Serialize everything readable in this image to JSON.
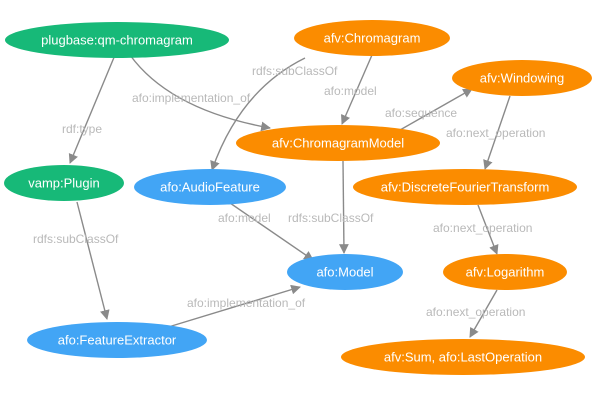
{
  "colors": {
    "green": "#17b978",
    "orange": "#fb8c00",
    "blue": "#42a5f5",
    "edge": "#8a8a8a",
    "edge_label": "#b9b9b9"
  },
  "nodes": {
    "qm_chromagram": "plugbase:qm-chromagram",
    "chromagram": "afv:Chromagram",
    "windowing": "afv:Windowing",
    "chromagram_model": "afv:ChromagramModel",
    "vamp_plugin": "vamp:Plugin",
    "audio_feature": "afo:AudioFeature",
    "dft": "afv:DiscreteFourierTransform",
    "model": "afo:Model",
    "logarithm": "afv:Logarithm",
    "feature_extractor": "afo:FeatureExtractor",
    "sum_last": "afv:Sum, afo:LastOperation"
  },
  "edges": {
    "rdfs_subclassof_1": "rdfs:subClassOf",
    "afo_implementation_of_1": "afo:implementation_of",
    "afo_model_1": "afo:model",
    "rdf_type": "rdf:type",
    "afo_sequence": "afo:sequence",
    "afo_next_operation_1": "afo:next_operation",
    "rdfs_subclassof_2": "rdfs:subClassOf",
    "afo_model_2": "afo:model",
    "rdfs_subclassof_3": "rdfs:subClassOf",
    "afo_next_operation_2": "afo:next_operation",
    "afo_implementation_of_2": "afo:implementation_of",
    "afo_next_operation_3": "afo:next_operation"
  }
}
